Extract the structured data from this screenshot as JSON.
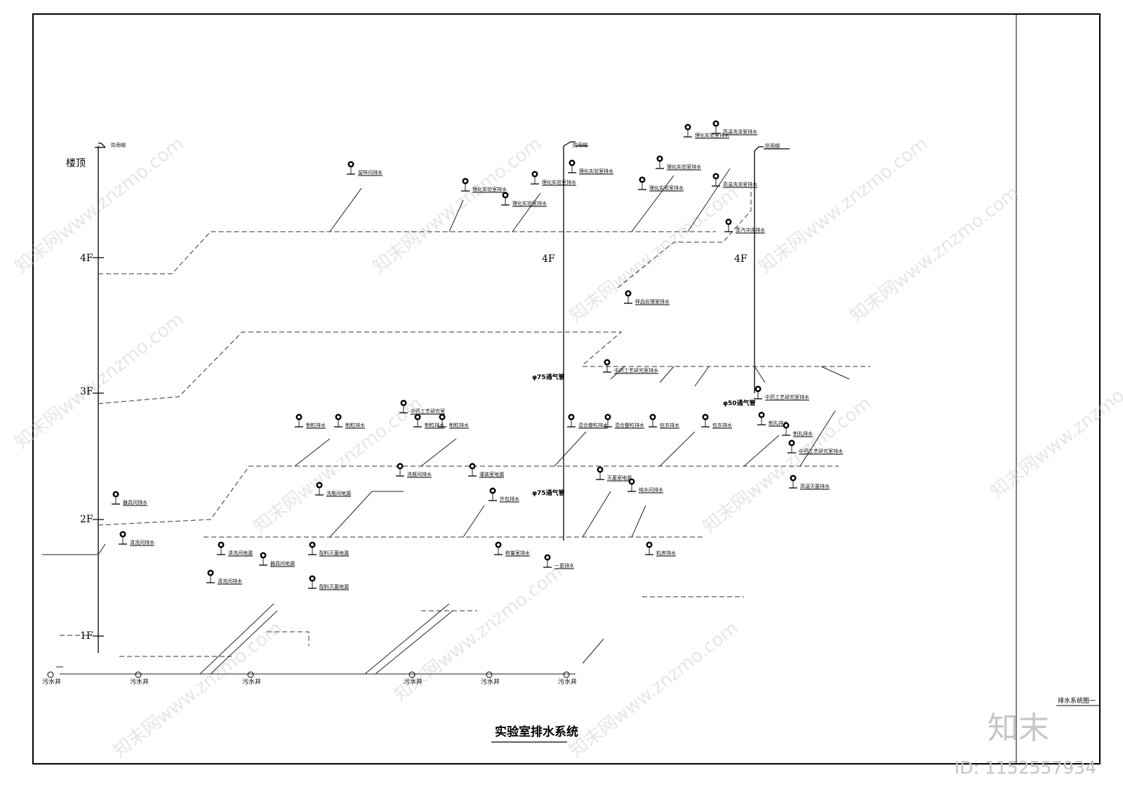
{
  "title": "实验室排水系统",
  "sheet_label": "排水系统图一",
  "floors": [
    "楼顶",
    "4F",
    "3F",
    "2F",
    "1F"
  ],
  "floor_marks": [
    "4F",
    "4F"
  ],
  "vent_cap_label": "防雨帽",
  "well_label": "污水井",
  "vent_tags": [
    "φ75通气管",
    "φ75通气管",
    "φ50通气管"
  ],
  "fixtures": {
    "roof": [
      "留样间排水",
      "理化实验室排水",
      "理化实验室排水",
      "理化实验室排水",
      "理化实验室排水",
      "理化实验室排水",
      "理化实验室排水",
      "理化实验室排水",
      "高温洗涤室排水",
      "高温洗涤室排水",
      "蒸汽冲洗排水",
      "样品处理室排水"
    ],
    "third": [
      "中药工艺研究室排水",
      "中药工艺研究室排水",
      "中药工艺研究室",
      "制粒排水",
      "制粒排水",
      "制粒排水",
      "制粒排水",
      "混合整粒排水",
      "混合整粒排水",
      "包衣排水",
      "包衣排水",
      "制丸排水",
      "制丸排水",
      "中药工艺研究室排水",
      "高温灭菌排水"
    ],
    "second": [
      "器具间排水",
      "清洗间排水",
      "洗瓶间排水",
      "洗瓶间地漏",
      "灌装室地漏",
      "外包排水",
      "灭菌室地漏",
      "纯水间排水",
      "清洗间排水",
      "清洗间地漏",
      "器具间地漏",
      "配料灭菌地漏",
      "配料灭菌地漏",
      "称量室排水",
      "一更排水",
      "机房排水"
    ]
  },
  "watermarks": {
    "text": "知末网www.znzmo.com",
    "brand": "知末",
    "id": "ID: 1152557934"
  }
}
